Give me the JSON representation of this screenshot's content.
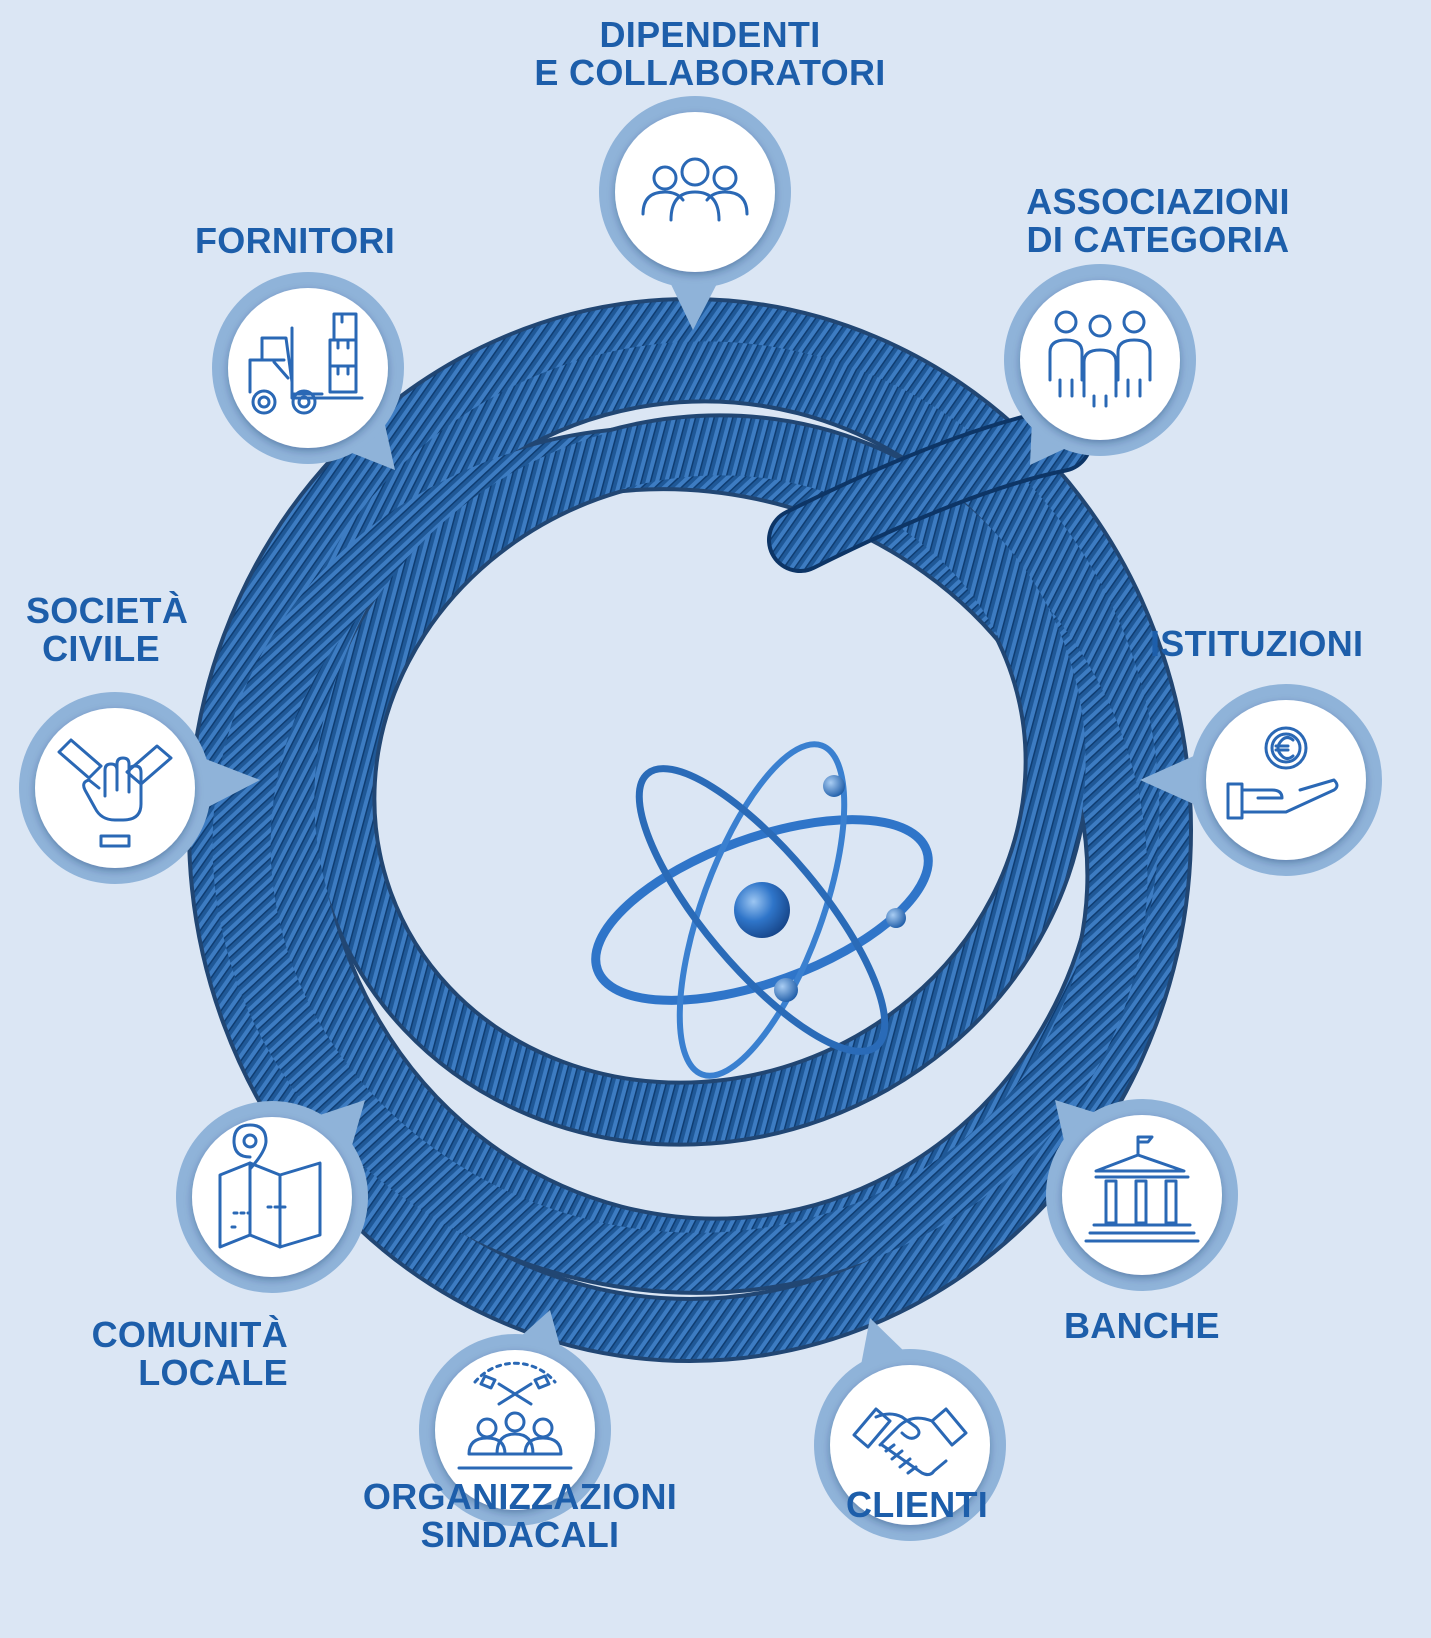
{
  "colors": {
    "background": "#dbe6f4",
    "label": "#1d5eaa",
    "hose": "#1f5897",
    "marker_ring": "#8fb3d9",
    "icon_stroke": "#2a68b5",
    "atom": "#2f75c9"
  },
  "center": {
    "icon": "atom-icon"
  },
  "stakeholders": [
    {
      "id": "dipendenti",
      "line1": "DIPENDENTI",
      "line2": "E COLLABORATORI",
      "icon": "people-group-icon"
    },
    {
      "id": "associazioni",
      "line1": "ASSOCIAZIONI",
      "line2": "DI CATEGORIA",
      "icon": "association-people-icon"
    },
    {
      "id": "istituzioni",
      "line1": "ISTITUZIONI",
      "line2": "",
      "icon": "euro-hand-icon"
    },
    {
      "id": "banche",
      "line1": "BANCHE",
      "line2": "",
      "icon": "bank-building-icon"
    },
    {
      "id": "clienti",
      "line1": "CLIENTI",
      "line2": "",
      "icon": "handshake-icon"
    },
    {
      "id": "organizzazioni",
      "line1": "ORGANIZZAZIONI",
      "line2": "SINDACALI",
      "icon": "union-flags-icon"
    },
    {
      "id": "comunita",
      "line1": "COMUNITÀ",
      "line2": "LOCALE",
      "icon": "map-pin-icon"
    },
    {
      "id": "societa",
      "line1": "SOCIETÀ",
      "line2": "CIVILE",
      "icon": "joined-hands-icon"
    },
    {
      "id": "fornitori",
      "line1": "FORNITORI",
      "line2": "",
      "icon": "forklift-icon"
    }
  ]
}
